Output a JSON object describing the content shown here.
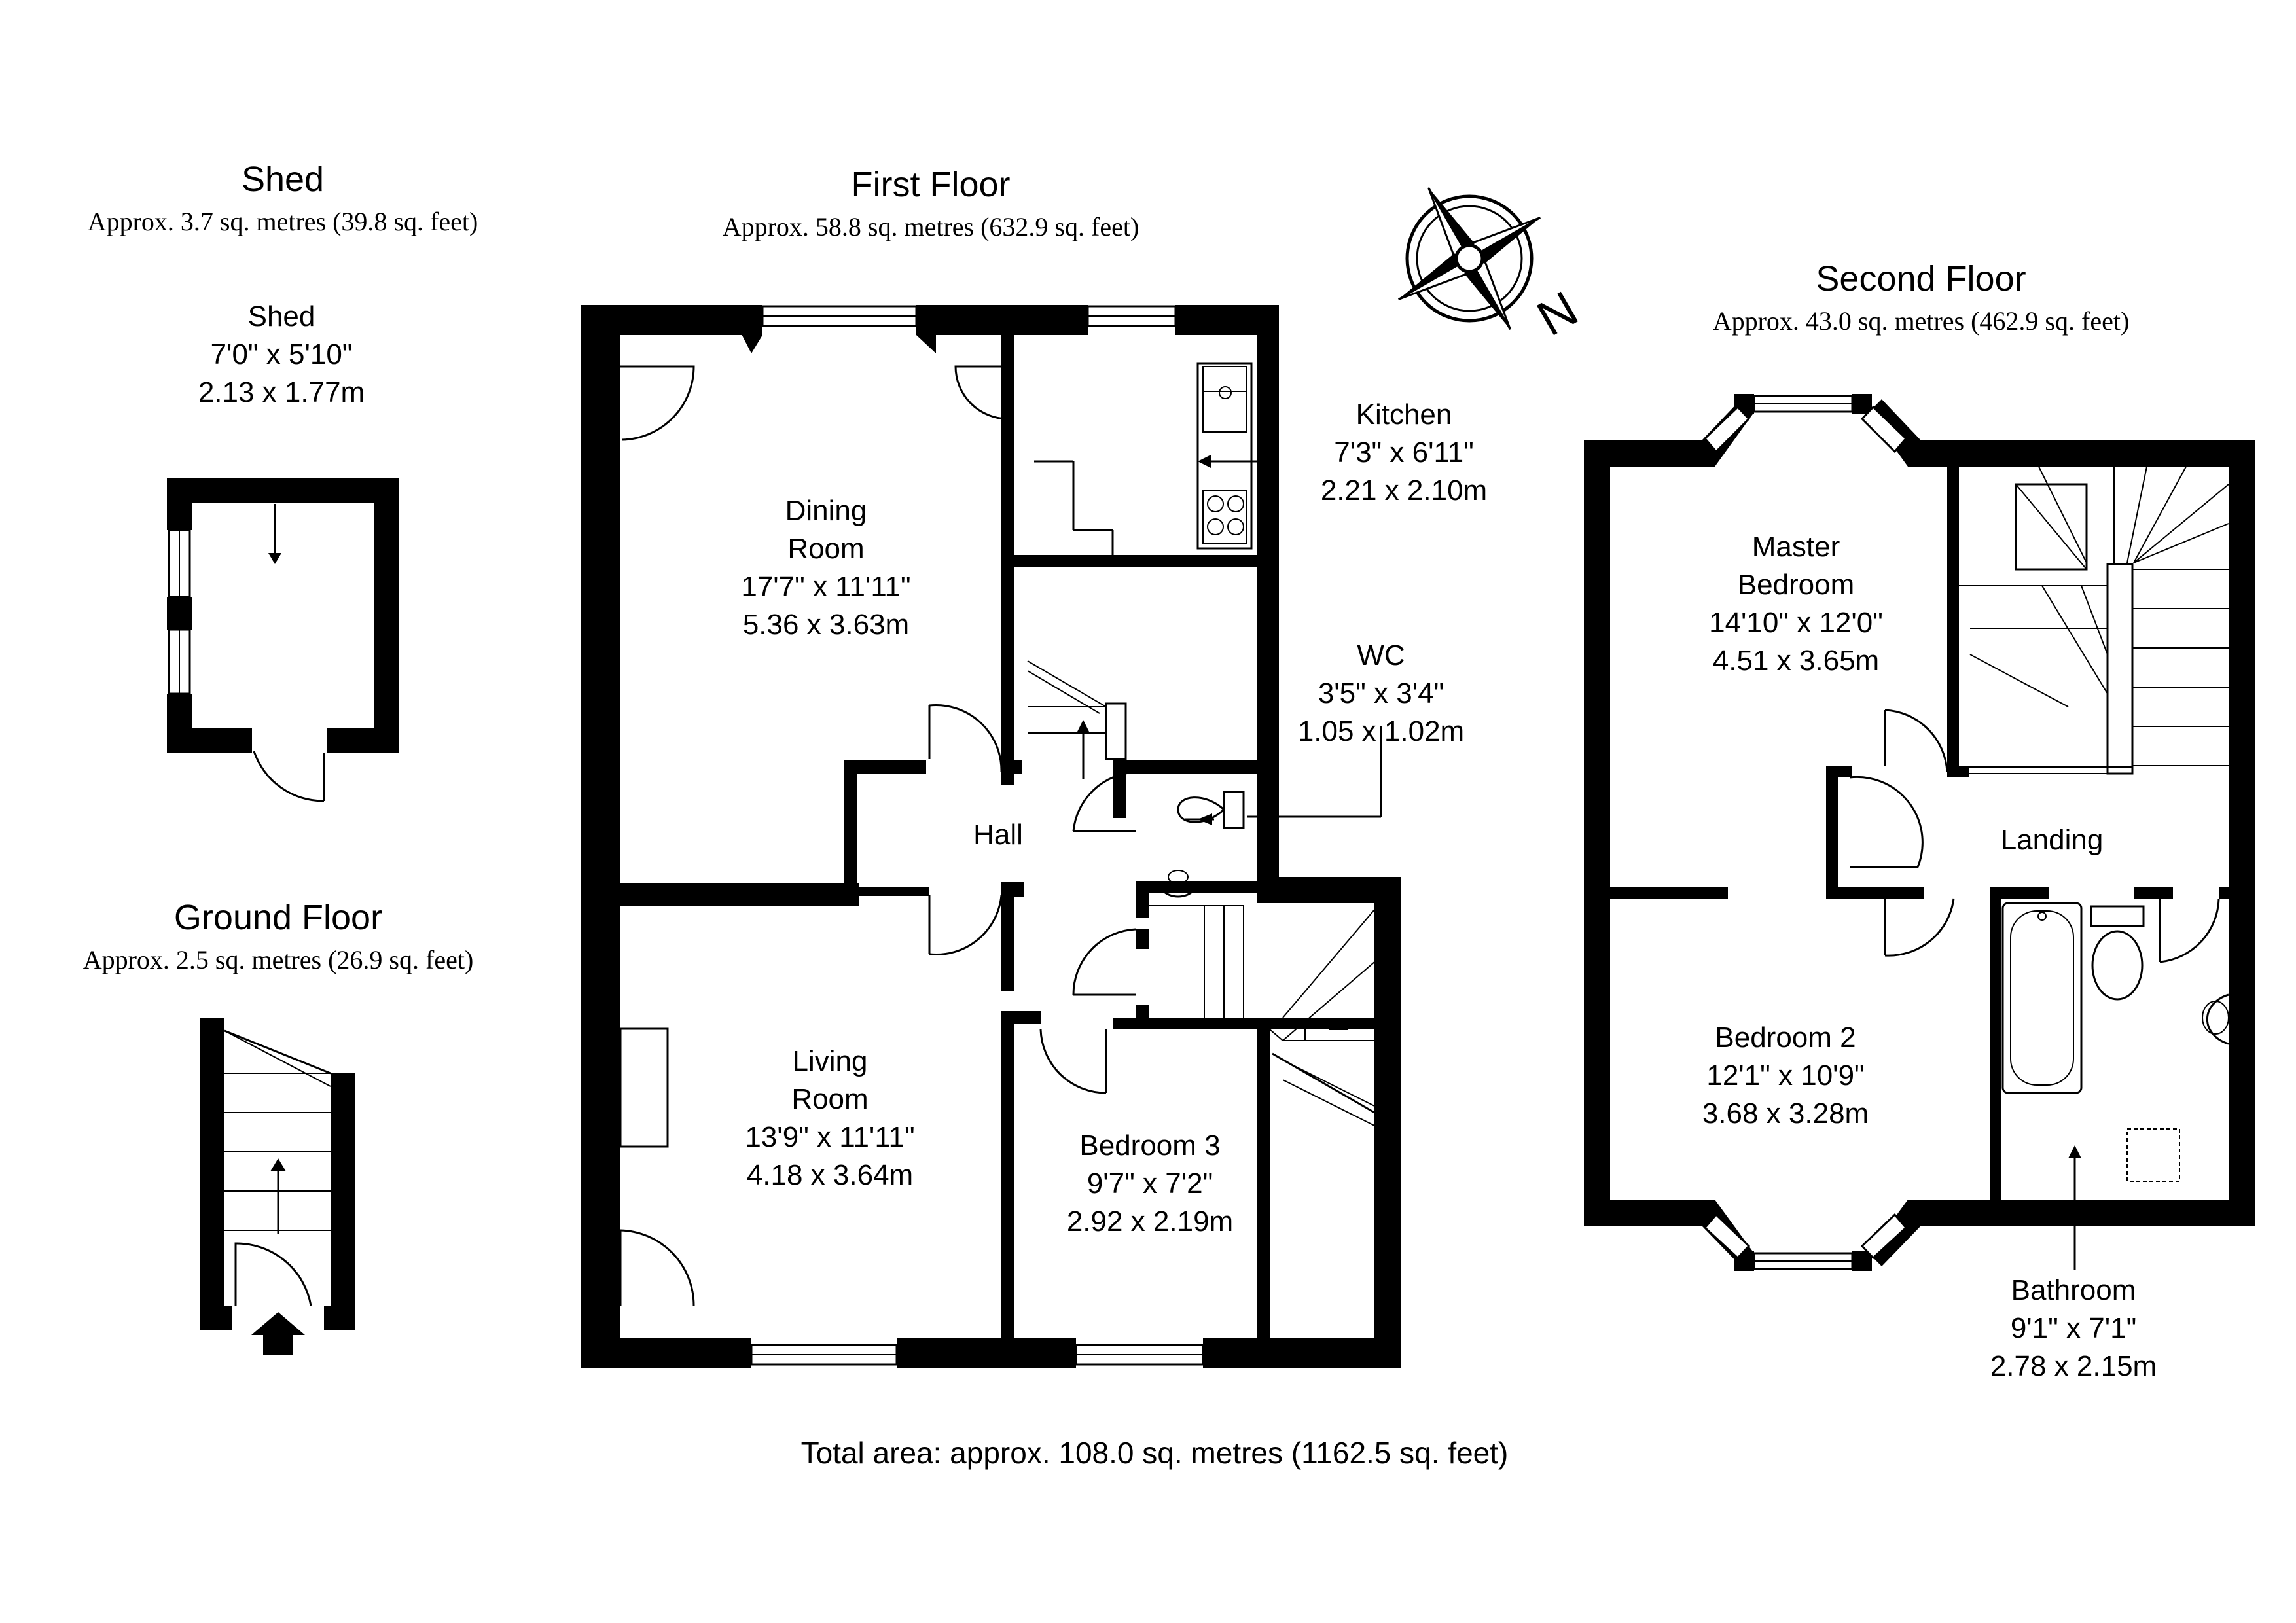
{
  "floors": {
    "shed": {
      "title": "Shed",
      "area": "Approx. 3.7 sq. metres (39.8 sq. feet)"
    },
    "first": {
      "title": "First Floor",
      "area": "Approx. 58.8 sq. metres (632.9 sq. feet)"
    },
    "second": {
      "title": "Second Floor",
      "area": "Approx. 43.0 sq. metres (462.9 sq. feet)"
    },
    "ground": {
      "title": "Ground Floor",
      "area": "Approx. 2.5 sq. metres (26.9 sq. feet)"
    }
  },
  "rooms": {
    "shed": {
      "name": "Shed",
      "imperial": "7'0\" x 5'10\"",
      "metric": "2.13 x 1.77m"
    },
    "dining": {
      "name_1": "Dining",
      "name_2": "Room",
      "imperial": "17'7\" x 11'11\"",
      "metric": "5.36 x 3.63m"
    },
    "kitchen": {
      "name": "Kitchen",
      "imperial": "7'3\" x 6'11\"",
      "metric": "2.21 x 2.10m"
    },
    "wc": {
      "name": "WC",
      "imperial": "3'5\" x 3'4\"",
      "metric": "1.05 x 1.02m"
    },
    "hall": {
      "name": "Hall"
    },
    "living": {
      "name_1": "Living",
      "name_2": "Room",
      "imperial": "13'9\" x 11'11\"",
      "metric": "4.18 x 3.64m"
    },
    "bedroom3": {
      "name": "Bedroom 3",
      "imperial": "9'7\" x 7'2\"",
      "metric": "2.92 x 2.19m"
    },
    "master": {
      "name_1": "Master",
      "name_2": "Bedroom",
      "imperial": "14'10\" x 12'0\"",
      "metric": "4.51 x 3.65m"
    },
    "landing": {
      "name": "Landing"
    },
    "bedroom2": {
      "name": "Bedroom 2",
      "imperial": "12'1\" x 10'9\"",
      "metric": "3.68 x 3.28m"
    },
    "bathroom": {
      "name": "Bathroom",
      "imperial": "9'1\" x 7'1\"",
      "metric": "2.78 x 2.15m"
    }
  },
  "compass": {
    "label": "N"
  },
  "total": "Total area: approx. 108.0 sq. metres (1162.5 sq. feet)"
}
